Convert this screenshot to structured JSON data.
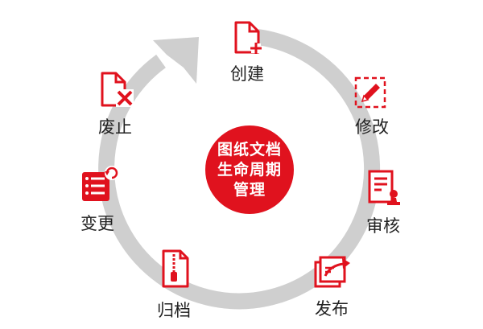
{
  "center": {
    "lines": [
      "图纸文档",
      "生命周期",
      "管理"
    ]
  },
  "stages": [
    {
      "label": "创建",
      "icon": "document-add-icon"
    },
    {
      "label": "修改",
      "icon": "edit-pencil-icon"
    },
    {
      "label": "审核",
      "icon": "document-approve-icon"
    },
    {
      "label": "发布",
      "icon": "documents-publish-icon"
    },
    {
      "label": "归档",
      "icon": "archive-zip-icon"
    },
    {
      "label": "变更",
      "icon": "list-refresh-icon"
    },
    {
      "label": "废止",
      "icon": "document-cancel-icon"
    }
  ],
  "colors": {
    "accent": "#e0121e",
    "ring": "#cfcfcf",
    "text": "#222222"
  }
}
